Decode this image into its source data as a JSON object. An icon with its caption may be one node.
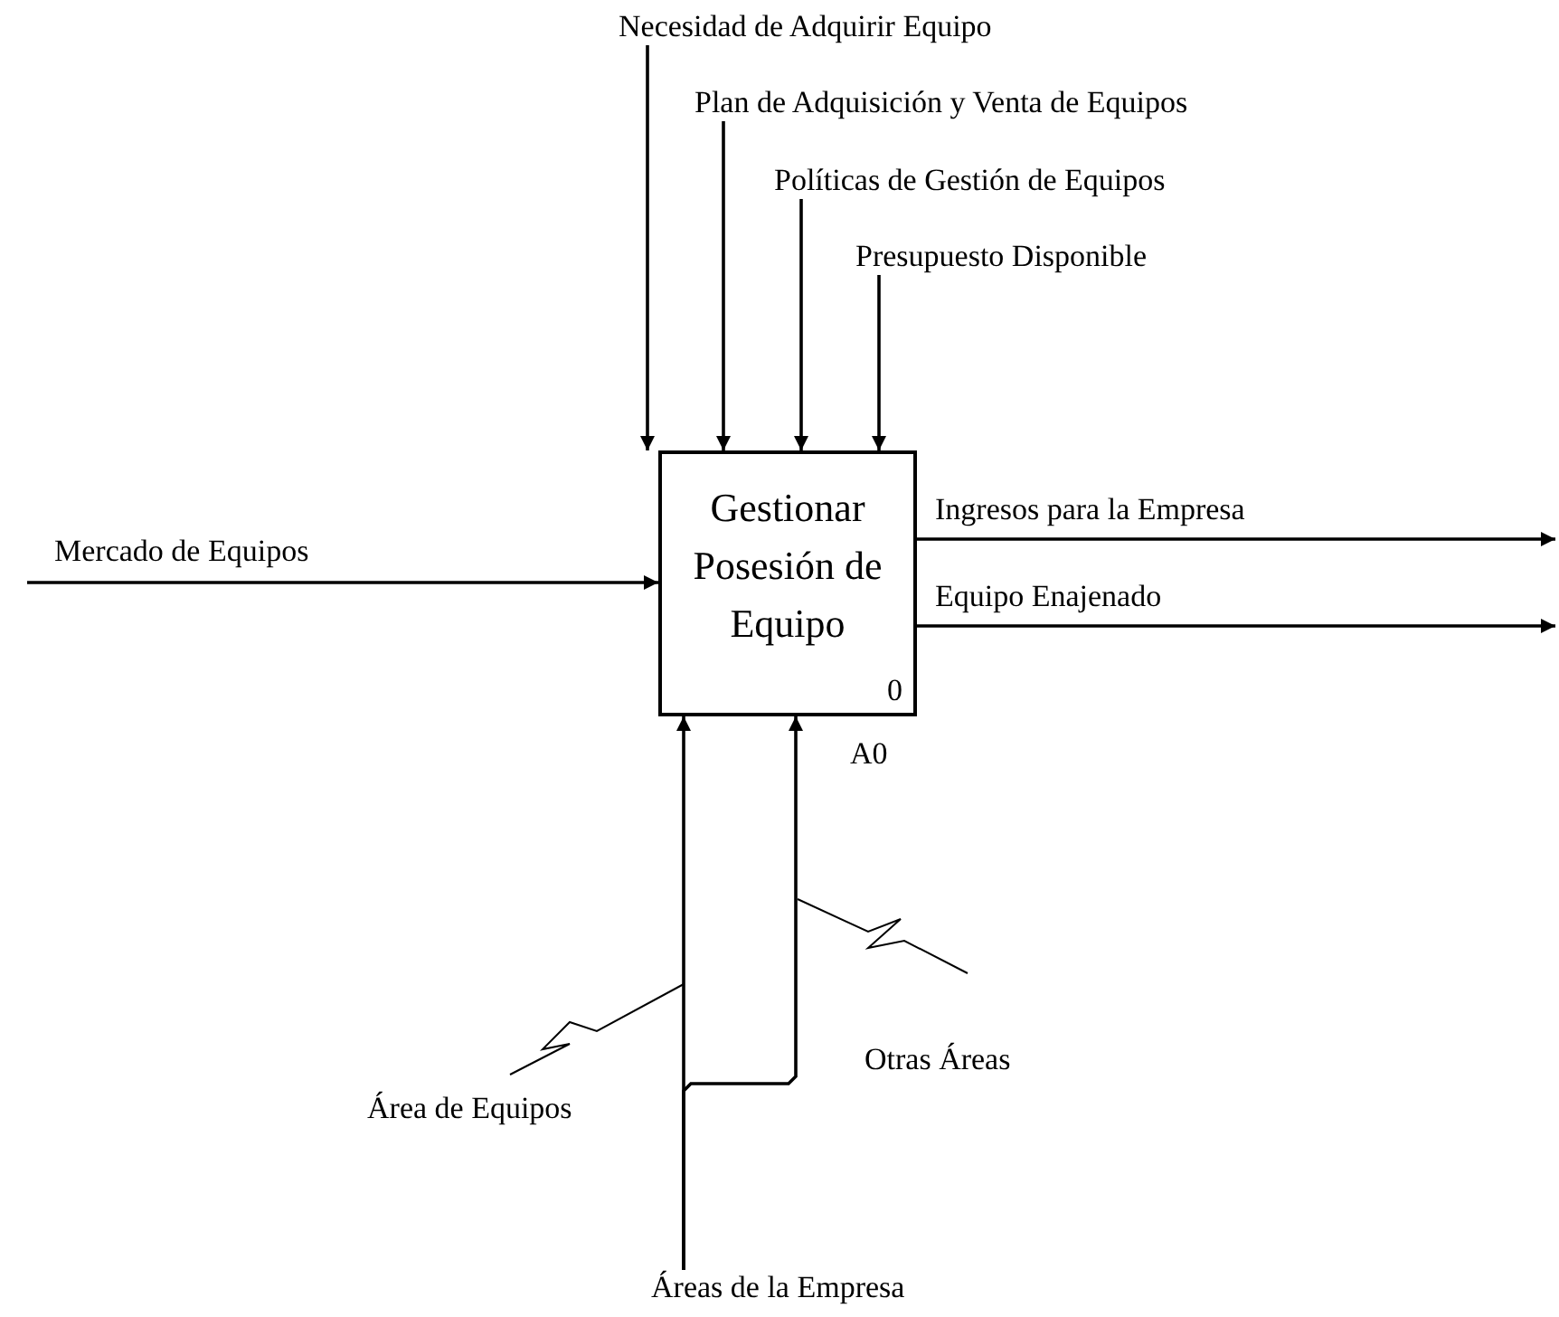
{
  "diagram": {
    "nodes": [
      {
        "text": [
          "Gestionar Posesión de Equipo",
          "0"
        ],
        "beside": [
          "A0"
        ]
      },
      {
        "text": [
          "Necesidad de Adquirir Equipo"
        ]
      },
      {
        "text": [
          "Plan de Adquisición y Venta de Equipos"
        ]
      },
      {
        "text": [
          "Políticas de Gestión de Equipos"
        ]
      },
      {
        "text": [
          "Presupuesto Disponible"
        ]
      },
      {
        "text": [
          "Áreas de la Empresa"
        ]
      }
    ],
    "edges": [
      {
        "from": 1,
        "to": 0,
        "arrow": "to"
      },
      {
        "from": 2,
        "to": 0,
        "arrow": "to"
      },
      {
        "from": 3,
        "to": 0,
        "arrow": "to"
      },
      {
        "from": 4,
        "to": 0,
        "arrow": "to"
      },
      {
        "from": null,
        "to": 0,
        "arrow": "to",
        "label": "Mercado de Equipos"
      },
      {
        "from": 0,
        "to": null,
        "arrow": "to",
        "label": "Ingresos para la Empresa"
      },
      {
        "from": 0,
        "to": null,
        "arrow": "to",
        "label": "Equipo Enajenado"
      },
      {
        "from": 5,
        "to": 0,
        "arrow": "to",
        "label": "Área de Equipos"
      },
      {
        "from": 5,
        "to": 0,
        "arrow": "to",
        "label": "Otras Áreas"
      }
    ]
  }
}
